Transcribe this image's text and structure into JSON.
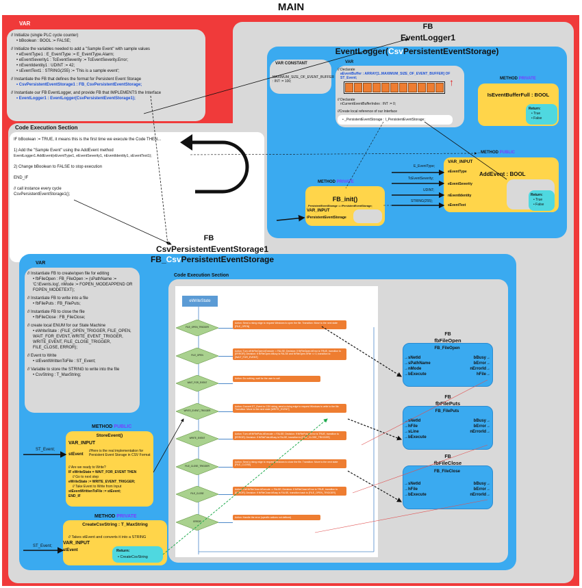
{
  "main": {
    "title": "MAIN"
  },
  "main_var": {
    "header": "VAR",
    "lines": [
      "// Initialize (single PLC cycle counter)",
      "bBoolean : BOOL := FALSE;",
      "// Initialize the variables needed to add a \"Sample Event\" with sample values",
      "eEventType1 : E_EventType := E_EventType.Alarm;",
      "eEventSeverity1 : TcEventSeverity := TcEventSeverity.Error;",
      "nEventIdentity1 : UDINT := 42;",
      "sEventText1 : STRING(255) := 'This is a sample event';",
      "// Instantiate the FB that defines the format for Persistent Event Storage",
      "CsvPersistentEventStorage1 : FB_CsvPersistentEventStorage;",
      "// Instantiate our FB EventLogger, and provide FB that IMPLEMENTS the Interface",
      "EventLogger1 : EventLogger(CsvPersistentEventStorage1);"
    ]
  },
  "code_exec": {
    "header": "Code Execution Section",
    "lines": [
      "IF bBoolean := TRUE, it means this is the first time we execute the Code THEN...",
      "1) Add the \"Sample Event\" using the AddEvent method",
      "EventLogger1.AddEvent(eEventType1, eEventSeverity1, nEventIdentity1, sEventText1);",
      "2) Change bBoolean to FALSE to stop execution",
      "END_IF",
      "// call instance every cycle",
      "CsvPersistentEventStorage1();"
    ]
  },
  "event_logger": {
    "fb_label": "FB",
    "instance": "EventLogger1",
    "title_pre": "EventLogger(",
    "title_csv": "Csv",
    "title_post": "PersistentEventStorage)",
    "var_constant": {
      "header": "VAR CONSTANT",
      "text": "MAXIMUM_SIZE_OF_EVENT_BUFFER : INT := 100;"
    },
    "var": {
      "header": "VAR",
      "l1": "// Declarate",
      "l2": "aEventBuffer : ARRAY[1..MAXIMUM_SIZE_OF_EVENT_BUFFER] OF ST_Event;",
      "l3": "// Declarate",
      "l4": "nCurrentEventBufferIndex : INT := 0;",
      "l5": "//Create local reference of our Interface",
      "l6": "_PersistentEventStorage : I_PersistentEventStorage;"
    },
    "method_private": {
      "label": "METHOD",
      "kind": "PRIVATE",
      "title": "IsEventBufferFull : BOOL",
      "return_label": "Return:",
      "r1": "True",
      "r2": "False"
    },
    "method_public": {
      "label": "METHOD",
      "kind": "PUBLIC",
      "var_input": "VAR_INPUT",
      "title": "AddEvent : BOOL",
      "pins": [
        "eEventType",
        "eEventSeverity",
        "nEventIdentity",
        "sEventText"
      ],
      "return_label": "Return:",
      "r1": "True",
      "r2": "False"
    },
    "inputs": [
      "E_EventType;",
      "TcEventSeverity;",
      "UDINT;",
      "STRING(255);"
    ],
    "fb_init": {
      "label": "METHOD",
      "kind": "PRIVATE",
      "title": "FB_init()",
      "assign": "_PersistentEventStorage := iPersistentEventStorage;",
      "var_input": "VAR_INPUT",
      "pin": "iPersistentEventStorage"
    }
  },
  "csv_storage": {
    "fb_label": "FB",
    "instance": "CsvPersistentEventStorage1",
    "title_pre": "FB_",
    "title_csv": "Csv",
    "title_post": "PersistentEventStorage",
    "var": {
      "header": "VAR",
      "lines": [
        "// Instantiate FB to create/open file for editing",
        "fbFileOpen : FB_FileOpen := (sPathName := 'C:\\Events.log', nMode := FOPEN_MODEAPPEND OR FOPEN_MODETEXT);",
        "// Instantiate FB to write into a file",
        "fbFilePuts : FB_FilePuts;",
        "// Instantiate FB to close the file",
        "fbFileClose : FB_FileClose;",
        "// create local ENUM for our State Machine",
        "eWriteState : (FILE_OPEN_TRIGGER, FILE_OPEN, WAIT_FOR_EVENT, WRITE_EVENT_TRIGGER, WRITE_EVENT, FILE_CLOSE_TRIGGER, FILE_CLOSE, ERROR);",
        "// Event to Write",
        "stEventWrittenToFile : ST_Event;",
        "// Variable to store the STRING to write into the file",
        "CsvString : T_MaxString;"
      ]
    },
    "store_event": {
      "label": "METHOD",
      "kind": "PUBLIC",
      "title": "StoreEvent()",
      "var_input": "VAR_INPUT",
      "input_arrow": "ST_Event;",
      "pin": "stEvent",
      "lines": [
        "//Here is the real implementation for Persistent Event Storage in CSV Format",
        "// Are we ready to Write?",
        "IF eWriteState = WAIT_FOR_EVENT THEN",
        "// Go to next step",
        "eWriteState := WRITE_EVENT_TRIGGER;",
        "// Take Event to Write from Input",
        "stEventWrittenToFile := stEvent;",
        "END_IF"
      ]
    },
    "create_csv": {
      "label": "METHOD",
      "kind": "PRIVATE",
      "title": "CreateCsvString : T_MaxString",
      "comment": "// Takes stEvent and converts it into a STRING",
      "var_input": "VAR_INPUT",
      "input_arrow": "ST_Event;",
      "pin": "stEvent",
      "return_label": "Return:",
      "r1": "CreateCsvString"
    },
    "code_exec_header": "Code Execution Section",
    "state_start": "eWriteState",
    "states": [
      "FILE_OPEN_TRIGGER",
      "FILE_OPEN",
      "WAIT_FOR_EVENT",
      "WRITE_EVENT_TRIGGER",
      "WRITE_EVENT",
      "FILE_CLOSE_TRIGGER",
      "FILE_CLOSE",
      "ERROR"
    ],
    "actions": [
      "Action: Send a rising edge to request Windows to open the file. Transition: Move to the next state [FILE_OPEN]",
      "Action: Turn off fbFileOpen.bExecute := FALSE; Decision: If fbFileOpen.bError is TRUE, transition to [ERROR]. Decision: If fbFileOpen.bBusy is FALSE and fbFileOpen.hFile <> 0, transition to [WAIT_FOR_EVENT]",
      "Action: Do nothing, wait for the user to call",
      "Action: Convert ST_Event to CSV string, send a rising edge to request Windows to write to the file. Transition: Move to the next state [WRITE_EVENT]",
      "Action: Turn off fbFilePuts.bExecute := FALSE; Decision: If fbFilePuts.bError is TRUE, transition to [ERROR]. Decision: If fbFilePuts.bBusy is FALSE, transition to [FILE_CLOSE_TRIGGER]",
      "Action: Send a rising edge to request Windows to close the file. Transition: Move to the next state [FILE_CLOSE]",
      "Action: Call fbFileClose.bExecute := FALSE; Decision: If fbFileClose.bError is TRUE, transition to [ERROR]. Decision: If fbFileClose.bBusy is FALSE, transition back to [FILE_OPEN_TRIGGER]",
      "Action: Handle the error (specific actions not defined)"
    ],
    "fb_open": {
      "fb": "FB",
      "name": "fbFileOpen",
      "type": "FB_FileOpen",
      "in": [
        "sNetId",
        "sPathName",
        "nMode",
        "bExecute"
      ],
      "out": [
        "bBusy",
        "bError",
        "nErrorId",
        "hFile"
      ]
    },
    "fb_puts": {
      "fb": "FB",
      "name": "fbFilePuts",
      "type": "FB_FilePuts",
      "in": [
        "sNetId",
        "hFile",
        "sLine",
        "bExecute"
      ],
      "out": [
        "bBusy",
        "bError",
        "nErrorId"
      ]
    },
    "fb_close": {
      "fb": "FB",
      "name": "fbFileClose",
      "type": "FB_FileClose",
      "in": [
        "sNetId",
        "hFile",
        "bExecute"
      ],
      "out": [
        "bBusy",
        "bError",
        "nErrorId"
      ]
    }
  },
  "colors": {
    "main_red": "#f03a3a",
    "panel_grey": "#d9d9d9",
    "fb_blue": "#3aaaf0",
    "method_yellow": "#ffd54a",
    "action_orange": "#ee7d31",
    "state_green": "#a9d18e",
    "return_teal": "#4fd8e0",
    "public_purple": "#7a3cff"
  }
}
